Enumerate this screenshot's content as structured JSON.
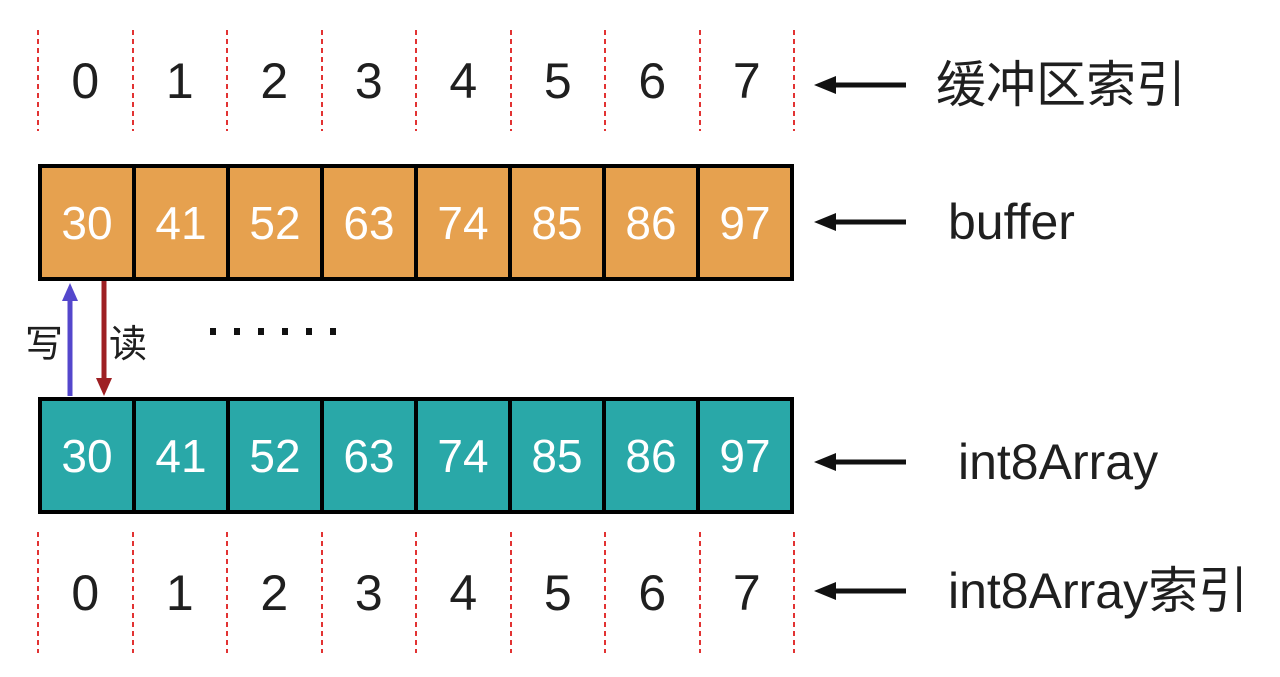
{
  "diagram_title_semantics": "ArrayBuffer 与 Int8Array 视图关系示意图",
  "colors": {
    "buffer_cell_orange": "#E6A14F",
    "typed_array_teal": "#29A8A8",
    "index_dash_red": "#E23333",
    "write_arrow_blue": "#5447CC",
    "read_arrow_dark_red": "#9E2023",
    "outline_black": "#000000",
    "cell_text_white": "#FFFFFF",
    "label_ink": "#1F1F1F"
  },
  "top_index": {
    "values": [
      "0",
      "1",
      "2",
      "3",
      "4",
      "5",
      "6",
      "7"
    ],
    "label": "缓冲区索引"
  },
  "buffer_row": {
    "values": [
      "30",
      "41",
      "52",
      "63",
      "74",
      "85",
      "86",
      "97"
    ],
    "label": "buffer"
  },
  "middle": {
    "write_label": "写",
    "read_label": "读",
    "ellipsis_dot_count": 6
  },
  "typed_row": {
    "values": [
      "30",
      "41",
      "52",
      "63",
      "74",
      "85",
      "86",
      "97"
    ],
    "label": "int8Array"
  },
  "bottom_index": {
    "values": [
      "0",
      "1",
      "2",
      "3",
      "4",
      "5",
      "6",
      "7"
    ],
    "label": "int8Array索引"
  }
}
